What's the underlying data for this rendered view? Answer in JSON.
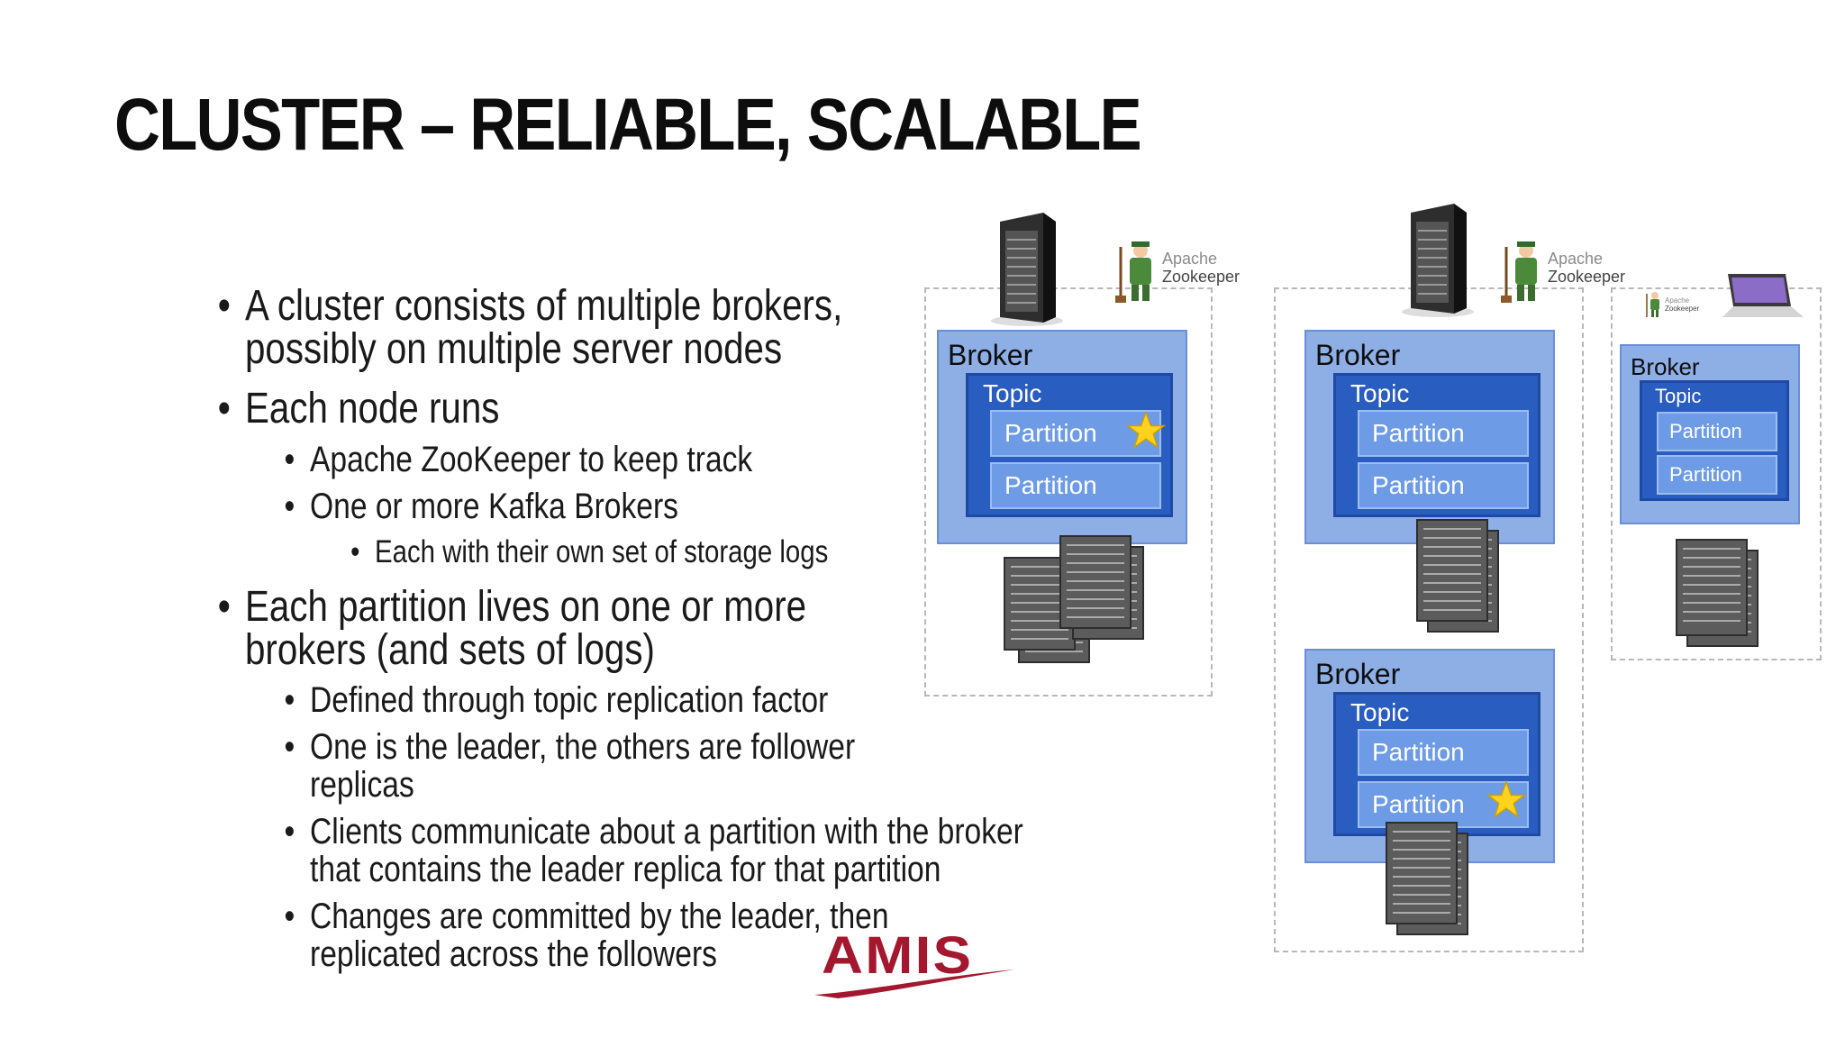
{
  "slide": {
    "title": "CLUSTER – RELIABLE, SCALABLE",
    "bullets": [
      {
        "level": 1,
        "lines": [
          "A cluster consists of multiple brokers,",
          "possibly on multiple server nodes"
        ]
      },
      {
        "level": 1,
        "lines": [
          "Each node runs"
        ]
      },
      {
        "level": 2,
        "lines": [
          "Apache ZooKeeper to keep track"
        ]
      },
      {
        "level": 2,
        "lines": [
          "One or more Kafka Brokers"
        ]
      },
      {
        "level": 3,
        "lines": [
          "Each with their own set of storage logs"
        ]
      },
      {
        "level": 1,
        "lines": [
          "Each partition lives on one or more",
          "brokers (and sets of logs)"
        ]
      },
      {
        "level": 2,
        "lines": [
          "Defined through topic replication factor"
        ]
      },
      {
        "level": 2,
        "lines": [
          "One is the leader, the others are follower",
          "replicas"
        ]
      },
      {
        "level": 2,
        "lines": [
          "Clients communicate about a partition with the broker",
          "that contains the leader replica for that partition"
        ]
      },
      {
        "level": 2,
        "lines": [
          "Changes are committed by the leader, then",
          "replicated across the followers"
        ]
      }
    ],
    "bullet_glyph": "•"
  },
  "diagram": {
    "zookeeper_label": {
      "line1": "Apache",
      "line2": "Zookeeper"
    },
    "broker_label": "Broker",
    "topic_label": "Topic",
    "partition_label": "Partition",
    "leader_marker": "★"
  },
  "logo": {
    "text": "AMIS"
  },
  "colors": {
    "broker_fill": "#8eaee6",
    "topic_fill": "#2a5dc0",
    "partition_fill": "#6e9be6",
    "leader_star": "#ffd21f",
    "logo_red": "#a3182e"
  }
}
